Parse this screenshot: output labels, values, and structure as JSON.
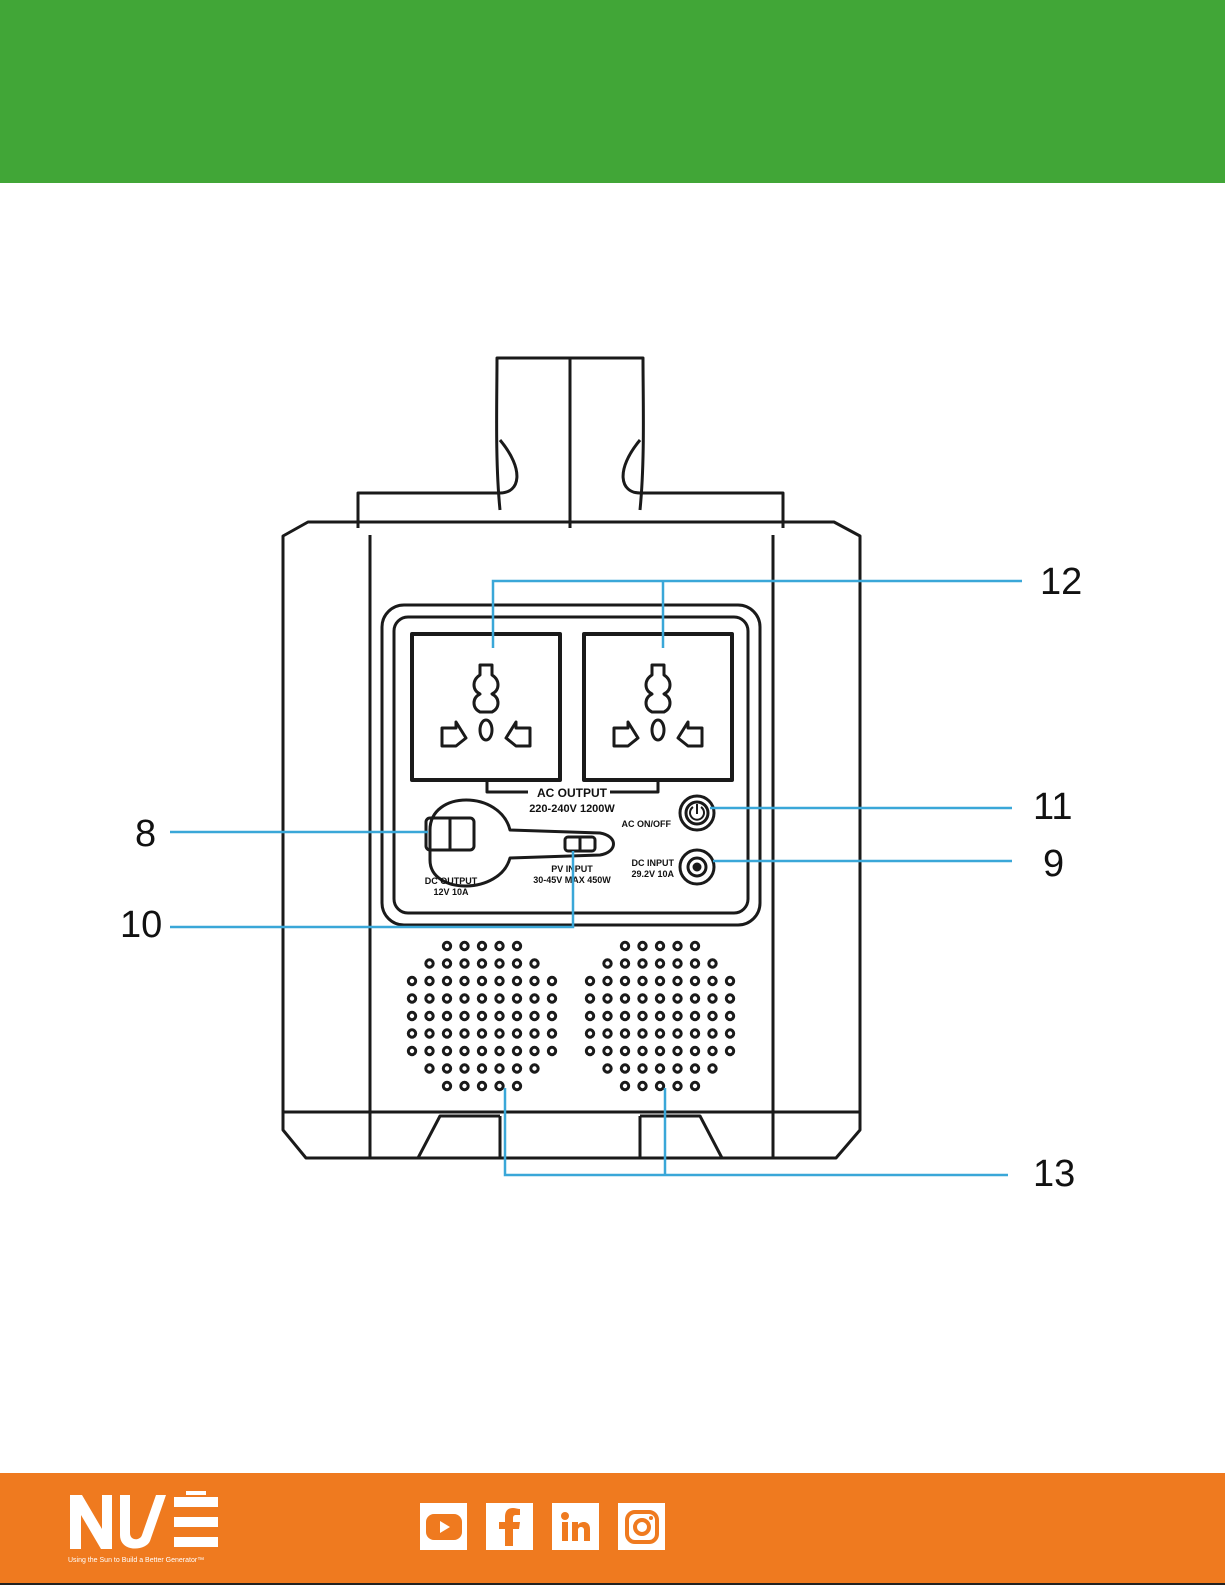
{
  "colors": {
    "header_green": "#41a637",
    "footer_orange": "#ef7a1f",
    "callout_line": "#3aa7d8",
    "outline": "#1a1a1a"
  },
  "panel": {
    "ac_output_title": "AC OUTPUT",
    "ac_output_spec": "220-240V 1200W",
    "ac_switch_label": "AC ON/OFF",
    "dc_input_title": "DC INPUT",
    "dc_input_spec": "29.2V 10A",
    "pv_input_title": "PV INPUT",
    "pv_input_spec": "30-45V MAX 450W",
    "dc_output_title": "DC OUTPUT",
    "dc_output_spec": "12V 10A"
  },
  "callouts": {
    "c12": "12",
    "c11": "11",
    "c9": "9",
    "c8": "8",
    "c10": "10",
    "c13": "13"
  },
  "footer": {
    "logo_text": "NUE",
    "tagline": "Using the Sun to Build a Better Generator™",
    "social_icons": [
      "youtube-icon",
      "facebook-icon",
      "linkedin-icon",
      "instagram-icon"
    ]
  }
}
